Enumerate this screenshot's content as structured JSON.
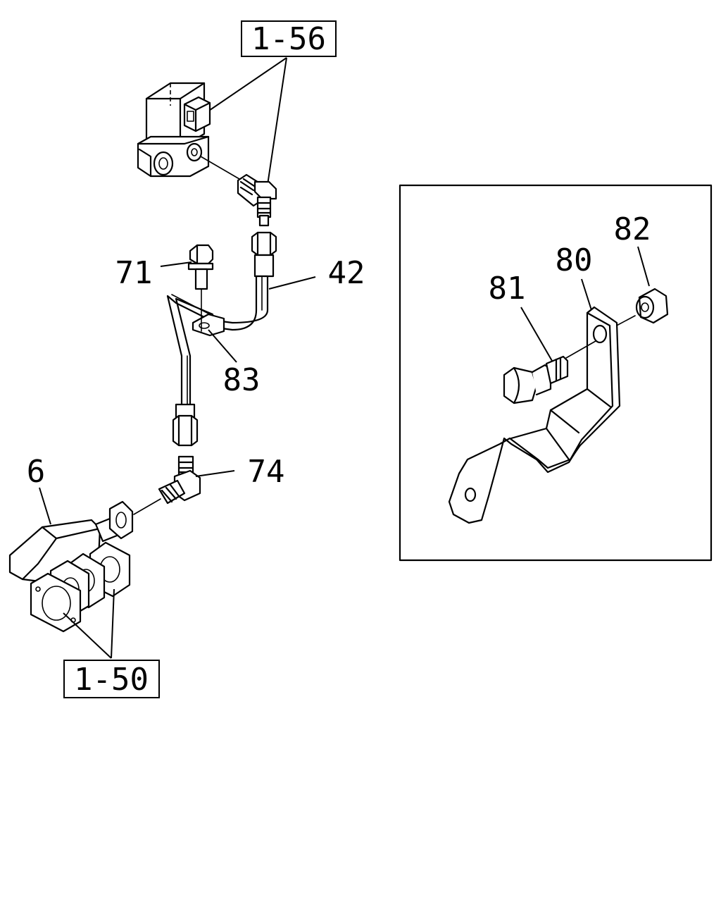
{
  "refs": {
    "ref_1_56": "1-56",
    "ref_1_50": "1-50"
  },
  "callouts": {
    "c6": "6",
    "c42": "42",
    "c71": "71",
    "c74": "74",
    "c80": "80",
    "c81": "81",
    "c82": "82",
    "c83": "83"
  }
}
